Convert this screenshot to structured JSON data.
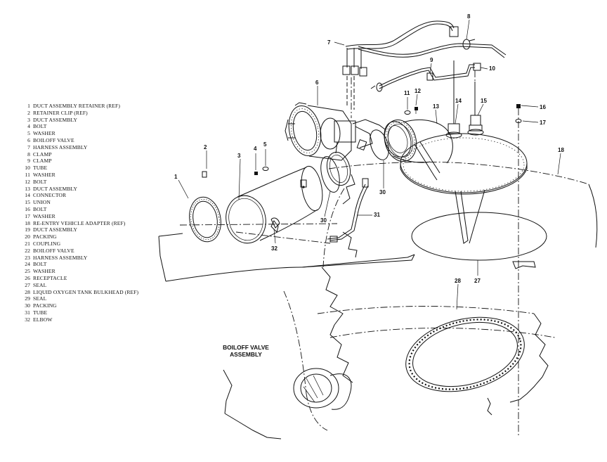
{
  "legend": [
    {
      "num": "1",
      "text": "DUCT ASSEMBLY RETAINER (REF)"
    },
    {
      "num": "2",
      "text": "RETAINER CLIP (REF)"
    },
    {
      "num": "3",
      "text": "DUCT ASSEMBLY"
    },
    {
      "num": "4",
      "text": "BOLT"
    },
    {
      "num": "5",
      "text": "WASHER"
    },
    {
      "num": "6",
      "text": "BOILOFF VALVE"
    },
    {
      "num": "7",
      "text": "HARNESS ASSEMBLY"
    },
    {
      "num": "8",
      "text": "CLAMP"
    },
    {
      "num": "9",
      "text": "CLAMP"
    },
    {
      "num": "10",
      "text": "TUBE"
    },
    {
      "num": "11",
      "text": "WASHER"
    },
    {
      "num": "12",
      "text": "BOLT"
    },
    {
      "num": "13",
      "text": "DUCT ASSEMBLY"
    },
    {
      "num": "14",
      "text": "CONNECTOR"
    },
    {
      "num": "15",
      "text": "UNION"
    },
    {
      "num": "16",
      "text": "BOLT"
    },
    {
      "num": "17",
      "text": "WASHER"
    },
    {
      "num": "18",
      "text": "RE-ENTRY VEHICLE ADAPTER (REF)"
    },
    {
      "num": "19",
      "text": "DUCT ASSEMBLY"
    },
    {
      "num": "20",
      "text": "PACKING"
    },
    {
      "num": "21",
      "text": "COUPLING"
    },
    {
      "num": "22",
      "text": "BOILOFF VALVE"
    },
    {
      "num": "23",
      "text": "HARNESS ASSEMBLY"
    },
    {
      "num": "24",
      "text": "BOLT"
    },
    {
      "num": "25",
      "text": "WASHER"
    },
    {
      "num": "26",
      "text": "RECEPTACLE"
    },
    {
      "num": "27",
      "text": "SEAL"
    },
    {
      "num": "28",
      "text": "LIQUID OXYGEN TANK BULKHEAD (REF)"
    },
    {
      "num": "29",
      "text": "SEAL"
    },
    {
      "num": "30",
      "text": "PACKING"
    },
    {
      "num": "31",
      "text": "TUBE"
    },
    {
      "num": "32",
      "text": "ELBOW"
    }
  ],
  "caption": {
    "line1": "BOILOFF VALVE",
    "line2": "ASSEMBLY"
  },
  "callouts": {
    "c1": "1",
    "c2": "2",
    "c3": "3",
    "c4": "4",
    "c5": "5",
    "c6": "6",
    "c7": "7",
    "c8": "8",
    "c9": "9",
    "c10": "10",
    "c11": "11",
    "c12": "12",
    "c13": "13",
    "c14": "14",
    "c15": "15",
    "c16": "16",
    "c17": "17",
    "c18": "18",
    "c27": "27",
    "c28": "28",
    "c30a": "30",
    "c30b": "30",
    "c31": "31",
    "c32": "32"
  }
}
